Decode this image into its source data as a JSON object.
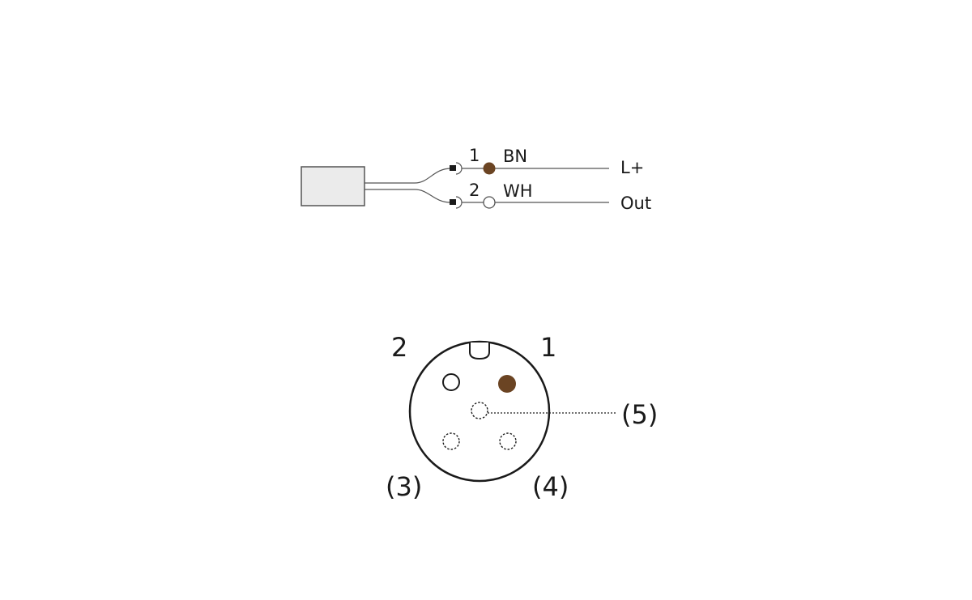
{
  "wiring": {
    "wires": [
      {
        "pin": "1",
        "color_code": "BN",
        "signal": "L+",
        "dot_fill": "#6b4423"
      },
      {
        "pin": "2",
        "color_code": "WH",
        "signal": "Out",
        "dot_fill": "#ffffff"
      }
    ]
  },
  "connector": {
    "pin_labels": {
      "p1": "1",
      "p2": "2",
      "p3": "(3)",
      "p4": "(4)",
      "p5": "(5)"
    },
    "colors": {
      "pin1_fill": "#6b4423",
      "body_stroke": "#1a1a1a",
      "sensor_fill": "#ebebeb"
    }
  }
}
